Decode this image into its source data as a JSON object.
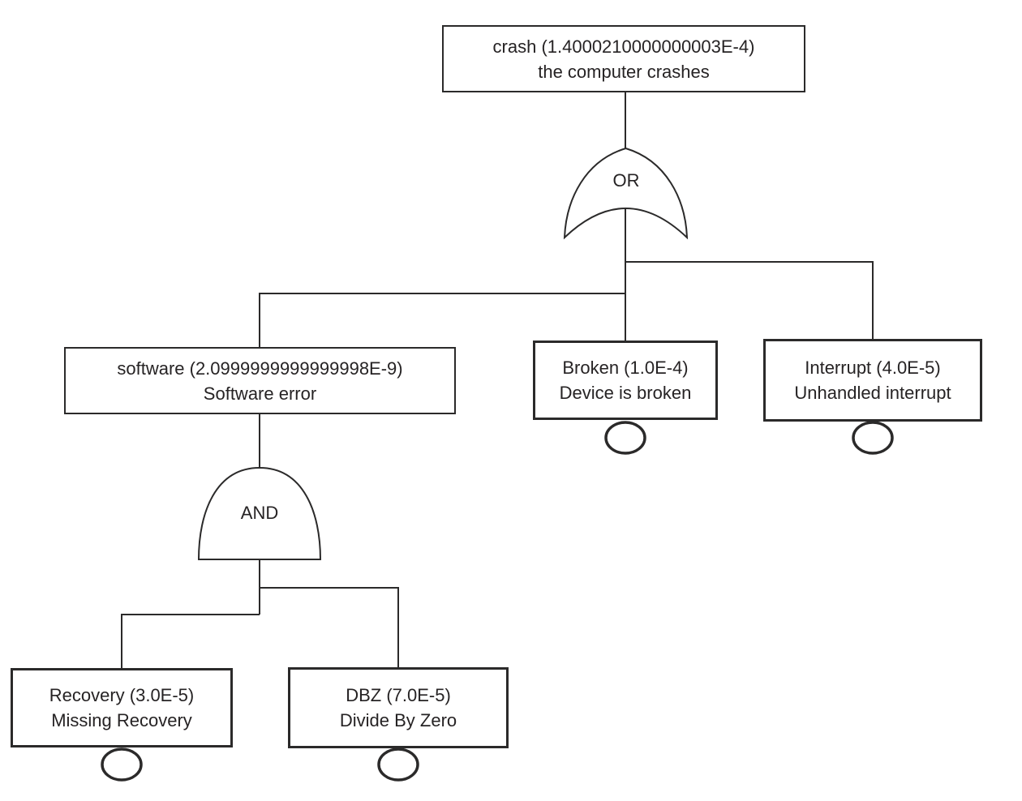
{
  "page": {
    "background": "#ffffff",
    "stroke_color": "#2b2a2a"
  },
  "diagram": {
    "type": "fault-tree",
    "gates": {
      "or": {
        "label": "OR",
        "symbol": "or-gate"
      },
      "and": {
        "label": "AND",
        "symbol": "and-gate"
      }
    },
    "nodes": {
      "crash": {
        "title": "crash (1.4000210000000003E-4)",
        "description": "the computer crashes",
        "kind": "top-event"
      },
      "software": {
        "title": "software (2.0999999999999998E-9)",
        "description": "Software error",
        "kind": "intermediate-event"
      },
      "broken": {
        "title": "Broken (1.0E-4)",
        "description": "Device is broken",
        "kind": "basic-event"
      },
      "interrupt": {
        "title": "Interrupt (4.0E-5)",
        "description": "Unhandled interrupt",
        "kind": "basic-event"
      },
      "recovery": {
        "title": "Recovery (3.0E-5)",
        "description": "Missing Recovery",
        "kind": "basic-event"
      },
      "dbz": {
        "title": "DBZ (7.0E-5)",
        "description": "Divide By Zero",
        "kind": "basic-event"
      }
    }
  }
}
